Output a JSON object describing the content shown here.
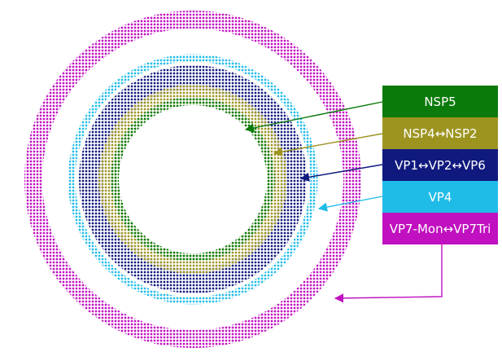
{
  "layers": [
    {
      "id": "nsp5",
      "label": "NSP5",
      "color": "#0a7a0a"
    },
    {
      "id": "nsp4-nsp2",
      "label": "NSP4↔NSP2",
      "color": "#9d9420"
    },
    {
      "id": "vp1-vp2-vp6",
      "label": "VP1↔VP2↔VP6",
      "color": "#101a7e"
    },
    {
      "id": "vp4",
      "label": "VP4",
      "color": "#20bce8"
    },
    {
      "id": "vp7",
      "label": "VP7-Mon↔VP7Tri",
      "color": "#c010c0"
    }
  ]
}
